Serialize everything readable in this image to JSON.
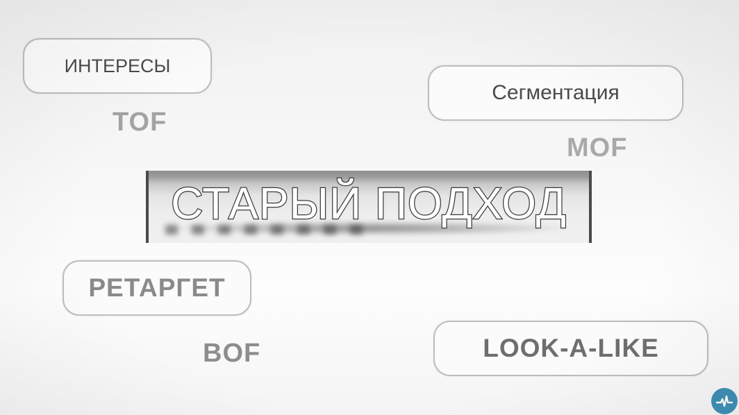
{
  "labels": {
    "interests": "ИНТЕРЕСЫ",
    "segmentation": "Сегментация",
    "retarget": "РЕТАРГЕТ",
    "lookalike": "LOOK-A-LIKE"
  },
  "funnel": {
    "top": "TOF",
    "middle": "MOF",
    "bottom": "BOF"
  },
  "banner": {
    "title": "СТАРЫЙ ПОДХОД"
  },
  "logo": {
    "icon": "pulse-icon",
    "color": "#3f8fb5"
  }
}
